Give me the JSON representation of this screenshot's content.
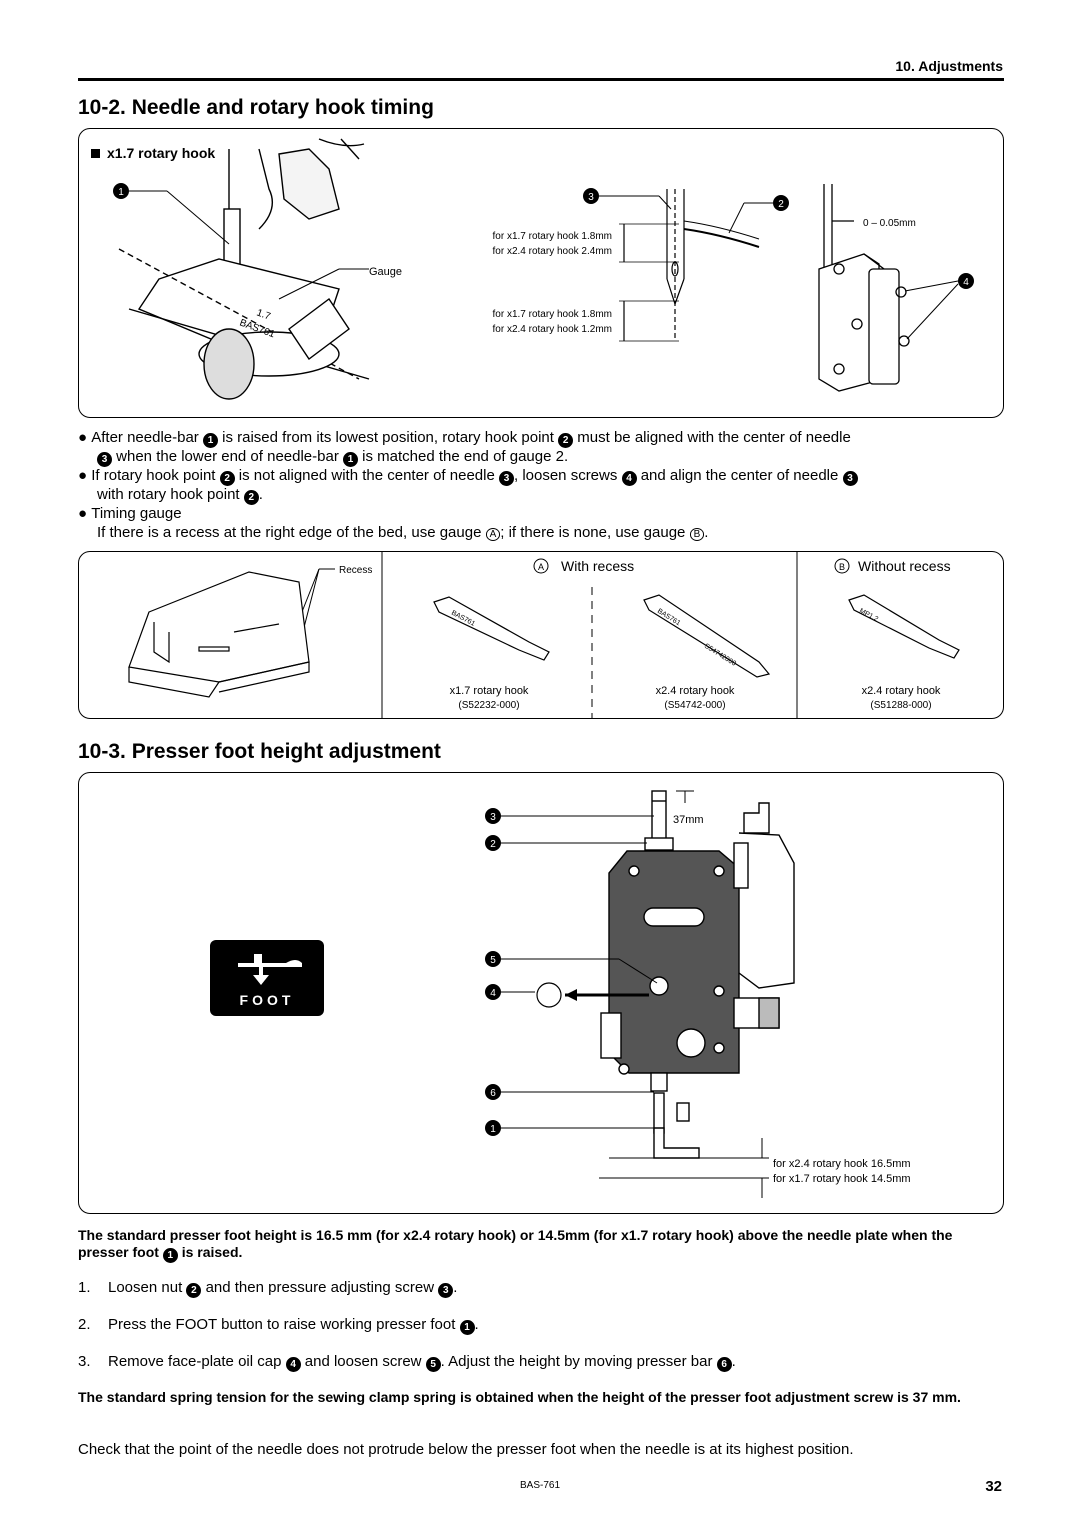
{
  "header": {
    "section": "10. Adjustments"
  },
  "section_2": {
    "title": "10-2. Needle and rotary hook timing",
    "figure": {
      "hook_label": "x1.7 rotary hook",
      "gauge_label": "Gauge",
      "upper_notes": [
        "for x1.7 rotary hook 1.8mm",
        "for x2.4 rotary hook 2.4mm"
      ],
      "lower_notes": [
        "for x1.7 rotary hook 1.8mm",
        "for x2.4 rotary hook 1.2mm"
      ],
      "clearance": "0 – 0.05mm",
      "gauge_stamp_1": "1.7",
      "gauge_stamp_2": "BAS761",
      "callout_1": "1",
      "callout_2": "2",
      "callout_3": "3",
      "callout_4": "4"
    },
    "bullets": [
      {
        "parts": [
          "After needle-bar ",
          "1",
          " is raised from its lowest position, rotary hook point ",
          "2",
          " must be aligned with the center of needle"
        ],
        "parts2": [
          "3",
          " when the lower end of needle-bar ",
          "1",
          " is matched the end of gauge 2."
        ]
      },
      {
        "parts": [
          "If rotary hook point ",
          "2",
          " is not aligned with the center of needle ",
          "3",
          ", loosen screws ",
          "4",
          " and align the center of needle ",
          "3"
        ],
        "parts2": [
          "with rotary hook point ",
          "2",
          "."
        ]
      },
      {
        "parts": [
          "Timing gauge"
        ],
        "parts2": [
          "If there is a recess at the right edge of the bed, use gauge ",
          "A",
          "; if there is none, use gauge ",
          "B",
          "."
        ]
      }
    ],
    "gauge_panel": {
      "recess_label": "Recess",
      "with_recess_letter": "A",
      "with_recess": "With recess",
      "without_recess_letter": "B",
      "without_recess": "Without recess",
      "gauges": [
        {
          "stamp": "BAS761",
          "name": "x1.7 rotary hook",
          "part": "(S52232-000)"
        },
        {
          "stamp": "BAS761",
          "stamp2": "S54742000",
          "name": "x2.4 rotary hook",
          "part": "(S54742-000)"
        },
        {
          "stamp": "MP1.2",
          "name": "x2.4 rotary hook",
          "part": "(S51288-000)"
        }
      ]
    }
  },
  "section_3": {
    "title": "10-3. Presser foot height adjustment",
    "figure": {
      "dimension": "37mm",
      "foot_button": "FOOT",
      "height_notes": [
        "for x2.4 rotary hook 16.5mm",
        "for x1.7 rotary hook 14.5mm"
      ],
      "callouts": [
        "3",
        "2",
        "5",
        "4",
        "6",
        "1"
      ]
    },
    "bold_note_1": [
      "The standard presser foot height is 16.5 mm (for x2.4 rotary hook) or 14.5mm (for x1.7 rotary hook) above the needle plate when the presser foot ",
      "1",
      " is raised."
    ],
    "steps": [
      {
        "num": "1.",
        "parts": [
          "Loosen nut ",
          "2",
          " and then pressure adjusting screw ",
          "3",
          "."
        ]
      },
      {
        "num": "2.",
        "parts": [
          "Press the FOOT button to raise working presser foot ",
          "1",
          "."
        ]
      },
      {
        "num": "3.",
        "parts": [
          "Remove face-plate oil cap ",
          "4",
          " and loosen screw ",
          "5",
          ". Adjust the height by moving presser bar ",
          "6",
          "."
        ]
      }
    ],
    "bold_note_2": "The standard spring tension for the sewing clamp spring is obtained when the height of the presser foot adjustment screw is 37 mm.",
    "closing_note": "Check that the point of the needle does not protrude below the presser foot when the needle is at its highest position."
  },
  "footer": {
    "model": "BAS-761",
    "page": "32"
  }
}
